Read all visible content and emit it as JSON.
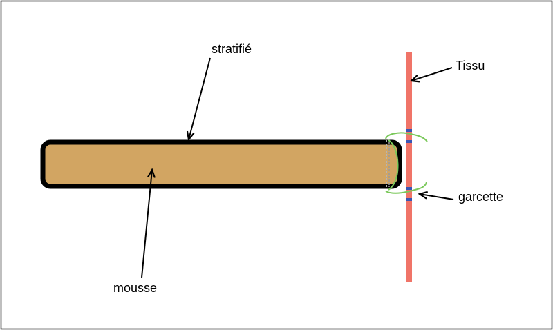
{
  "labels": {
    "laminate": "stratifié",
    "fabric": "Tissu",
    "foam": "mousse",
    "lashing": "garcette"
  },
  "colors": {
    "background": "#ffffff",
    "frame": "#000000",
    "foam_fill": "#d2a562",
    "laminate_outline": "#000000",
    "fabric": "#f07468",
    "fabric_holes": "#3a55b4",
    "lashing": "#7ac85a",
    "stitching": "#b4b4b4",
    "arrow": "#000000"
  }
}
